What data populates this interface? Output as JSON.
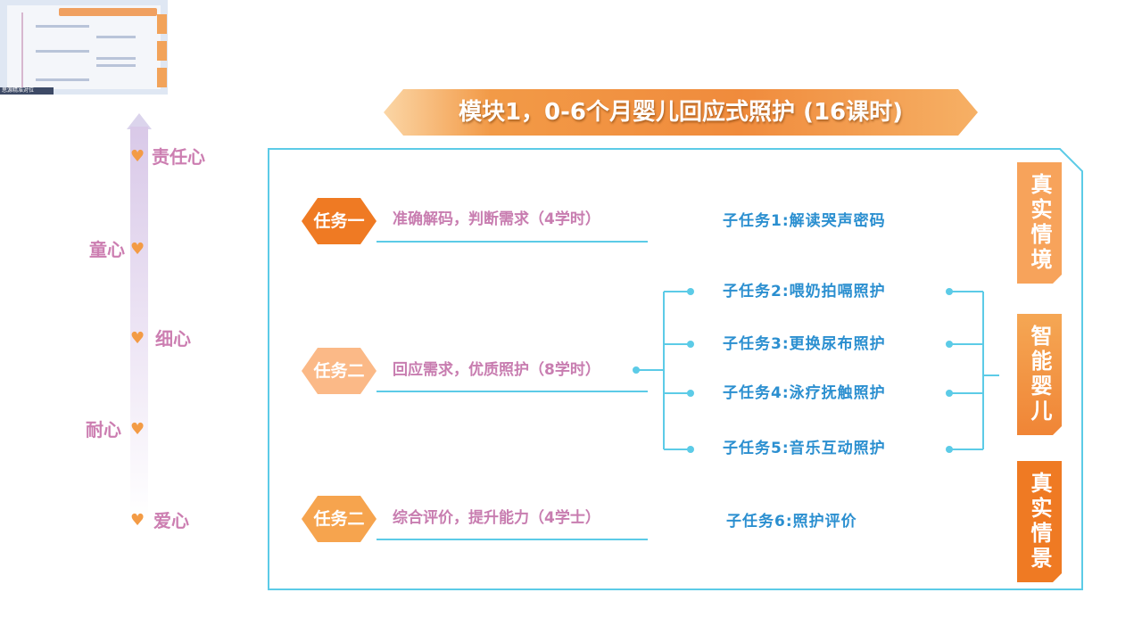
{
  "thumbnail": {
    "footer": "思源精准对位"
  },
  "values": [
    {
      "label": "责任心",
      "side": "right"
    },
    {
      "label": "童心",
      "side": "left"
    },
    {
      "label": "细心",
      "side": "right"
    },
    {
      "label": "耐心",
      "side": "left"
    },
    {
      "label": "爱心",
      "side": "right"
    }
  ],
  "banner": {
    "title": "模块1，0-6个月婴儿回应式照护 (16课时)"
  },
  "tasks": [
    {
      "tag": "任务一",
      "title": "准确解码，判断需求（4学时）"
    },
    {
      "tag": "任务二",
      "title": "回应需求，优质照护（8学时）"
    },
    {
      "tag": "任务二",
      "title": "综合评价，提升能力（4学士）"
    }
  ],
  "subtasks": [
    "子任务1:解读哭声密码",
    "子任务2:喂奶拍嗝照护",
    "子任务3:更换尿布照护",
    "子任务4:泳疗抚触照护",
    "子任务5:音乐互动照护",
    "子任务6:照护评价"
  ],
  "side_tags": [
    "真实情境",
    "智能婴儿",
    "真实情景"
  ],
  "colors": {
    "orange": "#ef7a23",
    "light_orange": "#fbb987",
    "pink_text": "#c87db0",
    "blue_text": "#2b8fd0",
    "cyan_line": "#5ccbe7"
  }
}
